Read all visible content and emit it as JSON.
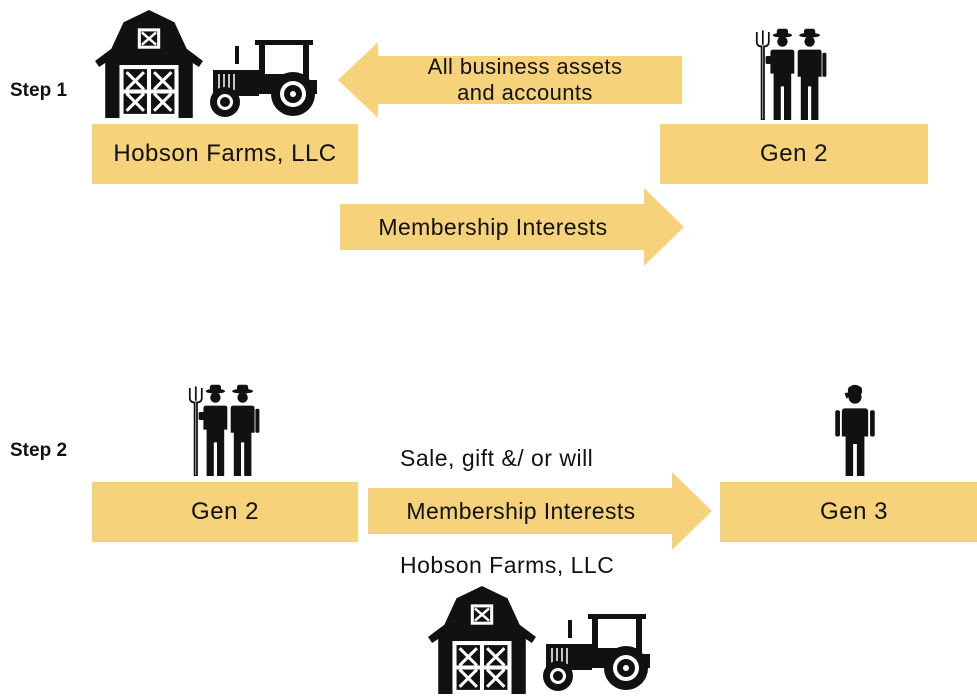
{
  "colors": {
    "box_fill": "#f6d37a",
    "icon_fill": "#111111"
  },
  "step1": {
    "label": "Step 1",
    "left_box": "Hobson Farms, LLC",
    "right_box": "Gen 2",
    "arrow_left_text_line1": "All business assets",
    "arrow_left_text_line2": "and accounts",
    "arrow_right_text": "Membership Interests",
    "icons": [
      "barn-icon",
      "tractor-icon",
      "farmer-couple-icon"
    ]
  },
  "step2": {
    "label": "Step 2",
    "left_box": "Gen 2",
    "right_box": "Gen 3",
    "above_arrow_text": "Sale, gift &/ or will",
    "arrow_text": "Membership Interests",
    "below_arrow_text": "Hobson Farms, LLC",
    "icons": [
      "farmer-couple-icon",
      "person-icon",
      "barn-icon",
      "tractor-icon"
    ]
  }
}
